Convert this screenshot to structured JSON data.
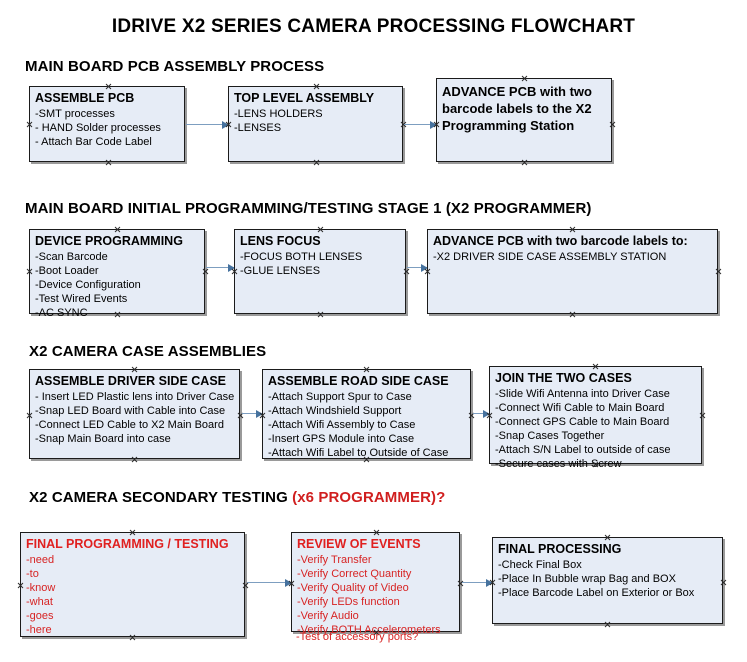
{
  "document": {
    "title": "IDRIVE X2  SERIES CAMERA PROCESSING FLOWCHART"
  },
  "sections": [
    {
      "id": "main-board-pcb-assembly",
      "heading": "MAIN BOARD PCB ASSEMBLY PROCESS",
      "heading_accent": "",
      "boxes": [
        {
          "id": "assemble-pcb",
          "title": "ASSEMBLE PCB",
          "lines": [
            "-SMT processes",
            "- HAND Solder processes",
            "- Attach Bar Code Label"
          ]
        },
        {
          "id": "top-level-assembly",
          "title": "TOP LEVEL ASSEMBLY",
          "lines": [
            "-LENS HOLDERS",
            "-LENSES"
          ]
        },
        {
          "id": "advance-pcb-to-x2-programming-station",
          "title": "ADVANCE PCB with two barcode labels to the  X2 Programming Station",
          "lines": []
        }
      ]
    },
    {
      "id": "main-board-initial-programming",
      "heading": "MAIN BOARD INITIAL PROGRAMMING/TESTING STAGE 1 (X2 PROGRAMMER)",
      "heading_accent": "",
      "boxes": [
        {
          "id": "device-programming",
          "title": "DEVICE PROGRAMMING",
          "lines": [
            "-Scan Barcode",
            "-Boot Loader",
            "-Device Configuration",
            "-Test Wired Events",
            "-AC SYNC"
          ]
        },
        {
          "id": "lens-focus",
          "title": "LENS FOCUS",
          "lines": [
            "-FOCUS BOTH LENSES",
            "-GLUE LENSES"
          ]
        },
        {
          "id": "advance-pcb-to-driver-side-case",
          "title": "ADVANCE PCB with two barcode labels to:",
          "lines": [
            "-X2 DRIVER  SIDE  CASE  ASSEMBLY STATION"
          ]
        }
      ]
    },
    {
      "id": "x2-camera-case-assemblies",
      "heading": "X2 CAMERA CASE ASSEMBLIES",
      "heading_accent": "",
      "boxes": [
        {
          "id": "assemble-driver-side-case",
          "title": "ASSEMBLE DRIVER SIDE CASE",
          "lines": [
            "- Insert LED Plastic lens into Driver Case",
            "-Snap LED Board with Cable into Case",
            "-Connect LED Cable to X2 Main Board",
            "-Snap Main Board into case"
          ]
        },
        {
          "id": "assemble-road-side-case",
          "title": "ASSEMBLE ROAD SIDE CASE",
          "lines": [
            "-Attach Support Spur to Case",
            "-Attach Windshield Support",
            "-Attach Wifi Assembly to Case",
            "-Insert GPS Module into Case",
            "-Attach Wifi Label to Outside of Case"
          ]
        },
        {
          "id": "join-the-two-cases",
          "title": "JOIN THE TWO CASES",
          "lines": [
            "-Slide Wifi Antenna into Driver Case",
            "-Connect Wifi Cable to Main Board",
            "-Connect GPS Cable to Main Board",
            "-Snap Cases Together",
            "-Attach S/N Label to outside of case",
            "-Secure cases with Screw"
          ]
        }
      ]
    },
    {
      "id": "x2-camera-secondary-testing",
      "heading": "X2 CAMERA SECONDARY TESTING ",
      "heading_accent": "(x6 PROGRAMMER)?",
      "boxes": [
        {
          "id": "final-programming-testing",
          "title": "FINAL PROGRAMMING / TESTING",
          "lines": [
            "-need",
            "-to",
            "-know",
            "-what",
            "-goes",
            "-here"
          ]
        },
        {
          "id": "review-of-events",
          "title": "REVIEW OF EVENTS",
          "lines": [
            "-Verify Transfer",
            "-Verify Correct Quantity",
            "-Verify Quality of Video",
            "-Verify LEDs function",
            "-Verify Audio",
            "-Verify BOTH Accelerometers"
          ],
          "overflow_line": "-Test of accessory ports?"
        },
        {
          "id": "final-processing",
          "title": "FINAL PROCESSING",
          "lines": [
            " -Check Final Box",
            "-Place In Bubble wrap Bag and BOX",
            "-Place Barcode Label on Exterior or Box"
          ]
        }
      ]
    }
  ],
  "colors": {
    "box_fill": "#e6ecf6",
    "box_border": "#1b1b1b",
    "connector": "#7d9ec0",
    "accent_red": "#d01f1f",
    "text": "#000000"
  }
}
